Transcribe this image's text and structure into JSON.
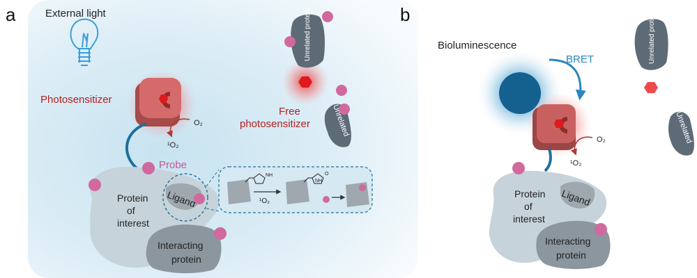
{
  "panel_a": {
    "letter": "a",
    "external_light": "External light",
    "photosensitizer": "Photosensitizer",
    "o2": "O₂",
    "singlet_o2": "¹O₂",
    "singlet_o2_reaction": "¹O₂",
    "probe": "Probe",
    "free_photosensitizer_line1": "Free",
    "free_photosensitizer_line2": "photosensitizer",
    "unrelated_protein": "Unrelated protein",
    "unrelated": "Unrelated",
    "protein_of_interest_line1": "Protein",
    "protein_of_interest_line2": "of",
    "protein_of_interest_line3": "interest",
    "ligand": "Ligand",
    "interacting_protein_line1": "Interacting",
    "interacting_protein_line2": "protein",
    "imidazole_nh": "NH",
    "reaction_oxo": "O",
    "reaction_nh": "NH"
  },
  "panel_b": {
    "letter": "b",
    "bioluminescence": "Bioluminescence",
    "bret": "BRET",
    "o2": "O₂",
    "singlet_o2": "¹O₂",
    "unrelated_protein": "Unrelated protein",
    "unrelated": "Unrelated",
    "protein_of_interest_line1": "Protein",
    "protein_of_interest_line2": "of",
    "protein_of_interest_line3": "interest",
    "ligand": "Ligand",
    "interacting_protein_line1": "Interacting",
    "interacting_protein_line2": "protein"
  },
  "colors": {
    "photosensitizer_red": "#c0392b",
    "probe_pink": "#d06a9e",
    "bret_blue": "#2a86c0",
    "luciferase_blue": "#14618f",
    "protein_gray": "#c6d3da",
    "dark_gray": "#5d6b77"
  }
}
